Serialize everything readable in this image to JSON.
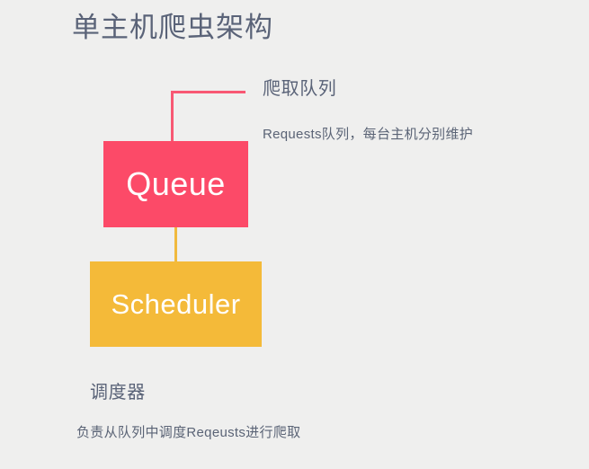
{
  "slide": {
    "title": "单主机爬虫架构",
    "background_color": "#efefee",
    "title_color": "#5a6378"
  },
  "nodes": [
    {
      "id": "queue",
      "label": "Queue",
      "color": "#fc4a68",
      "text_color": "#ffffff"
    },
    {
      "id": "scheduler",
      "label": "Scheduler",
      "color": "#f4ba39",
      "text_color": "#ffffff"
    }
  ],
  "connectors": [
    {
      "id": "queue-callout",
      "color": "#f85873",
      "from": "queue",
      "to": "queue-annotation"
    },
    {
      "id": "queue-to-scheduler",
      "color": "#f0b93d",
      "from": "queue",
      "to": "scheduler"
    }
  ],
  "annotations": {
    "queue": {
      "heading": "爬取队列",
      "description": "Requests队列，每台主机分别维护"
    },
    "scheduler": {
      "heading": "调度器",
      "description": "负责从队列中调度Reqeusts进行爬取"
    }
  }
}
